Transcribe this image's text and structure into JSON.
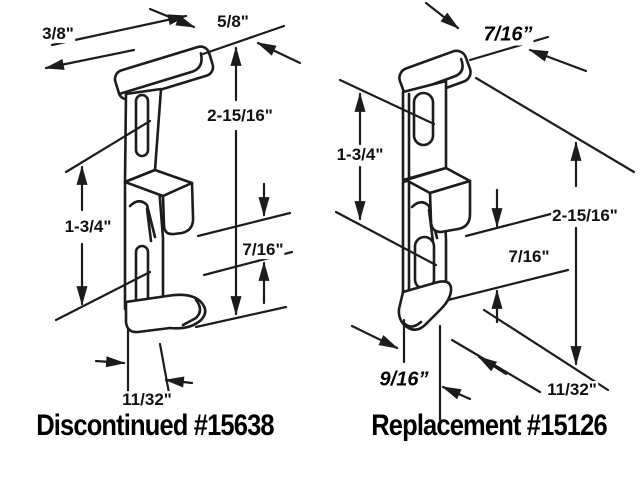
{
  "colors": {
    "line": "#1c1c1c",
    "background": "#ffffff"
  },
  "left": {
    "caption": "Discontinued #15638",
    "dims": {
      "d38": "3/8\"",
      "d58": "5/8\"",
      "d21516": "2-15/16\"",
      "d134": "1-3/4\"",
      "d716": "7/16\"",
      "d1132": "11/32\""
    }
  },
  "right": {
    "caption": "Replacement #15126",
    "dims": {
      "d716top": "7/16”",
      "d134": "1-3/4\"",
      "d21516": "2-15/16\"",
      "d716mid": "7/16\"",
      "d916": "9/16”",
      "d1132": "11/32\""
    }
  }
}
